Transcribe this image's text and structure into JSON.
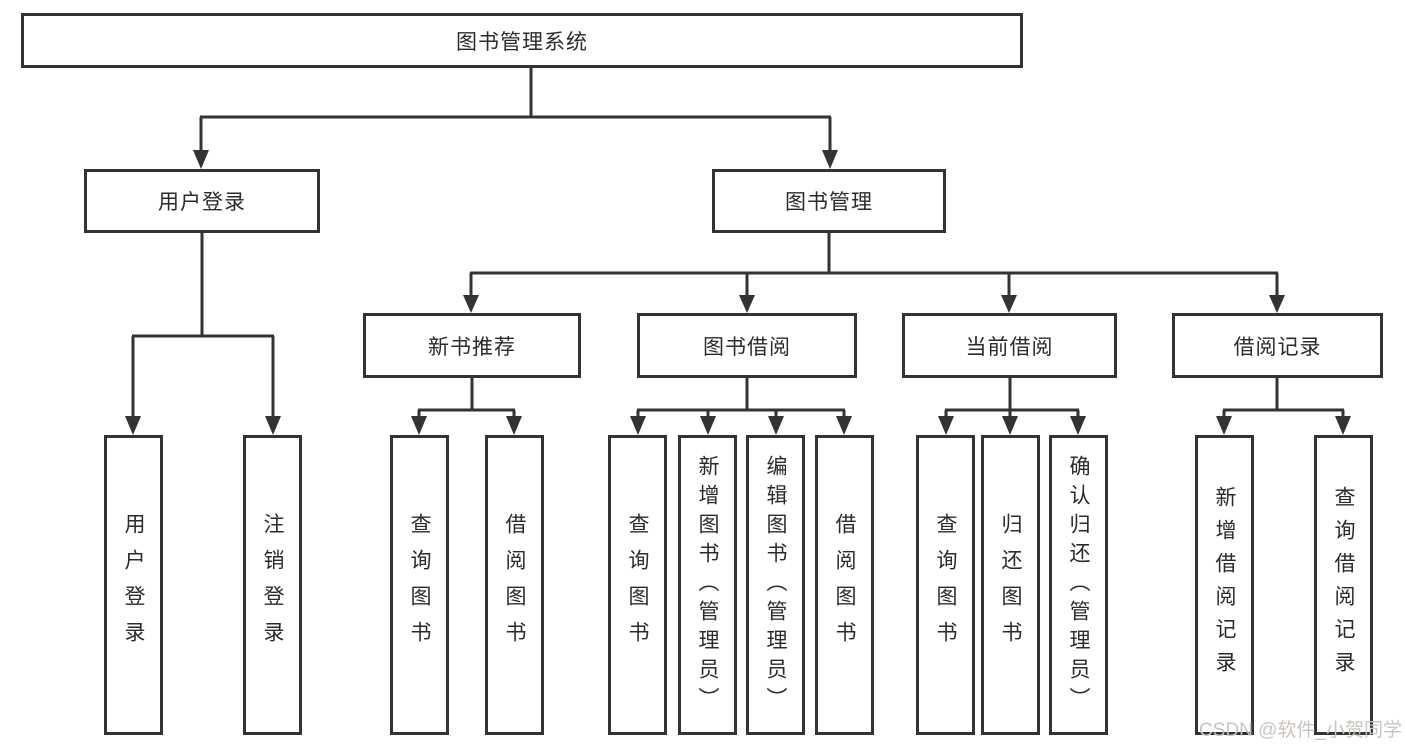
{
  "diagram": {
    "root": {
      "label": "图书管理系统"
    },
    "branches": [
      {
        "label": "用户登录",
        "leaves": [
          {
            "label": "用户登录"
          },
          {
            "label": "注销登录"
          }
        ]
      },
      {
        "label": "图书管理",
        "groups": [
          {
            "label": "新书推荐",
            "leaves": [
              {
                "label": "查询图书"
              },
              {
                "label": "借阅图书"
              }
            ]
          },
          {
            "label": "图书借阅",
            "leaves": [
              {
                "label": "查询图书"
              },
              {
                "label": "新增图书（管理员）"
              },
              {
                "label": "编辑图书（管理员）"
              },
              {
                "label": "借阅图书"
              }
            ]
          },
          {
            "label": "当前借阅",
            "leaves": [
              {
                "label": "查询图书"
              },
              {
                "label": "归还图书"
              },
              {
                "label": "确认归还（管理员）"
              }
            ]
          },
          {
            "label": "借阅记录",
            "leaves": [
              {
                "label": "新增借阅记录"
              },
              {
                "label": "查询借阅记录"
              }
            ]
          }
        ]
      }
    ],
    "watermark": "CSDN @软件_小贺同学",
    "colors": {
      "line": "#333333",
      "text": "#2b2b2b",
      "background": "#ffffff",
      "watermark": "#c9c4bf"
    }
  }
}
